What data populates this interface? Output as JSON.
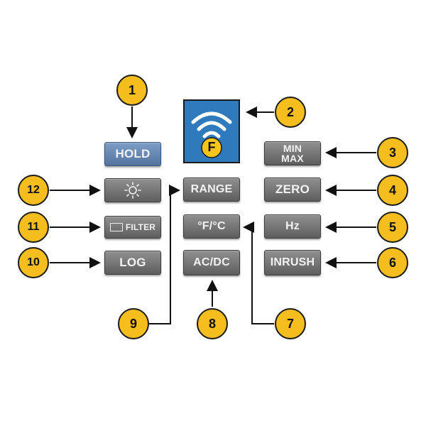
{
  "buttons": {
    "hold": "HOLD",
    "min_max": [
      "MIN",
      "MAX"
    ],
    "zero": "ZERO",
    "hz": "Hz",
    "inrush": "INRUSH",
    "range": "RANGE",
    "temp": "°F/°C",
    "acdc": "AC/DC",
    "filter": "FILTER",
    "log": "LOG"
  },
  "logo_letter": "F",
  "callouts": [
    "1",
    "2",
    "3",
    "4",
    "5",
    "6",
    "7",
    "8",
    "9",
    "10",
    "11",
    "12"
  ],
  "colors": {
    "badge": "#f6bd1e",
    "button_gray": "#6f6f6f",
    "button_blue": "#5f7fa8",
    "logo_blue": "#2f79bd",
    "logo_yellow": "#f6c51c"
  }
}
